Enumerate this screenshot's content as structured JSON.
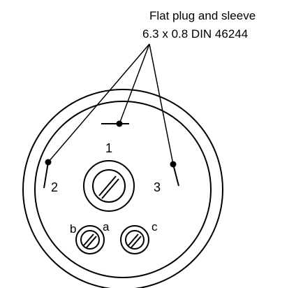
{
  "title": {
    "line1": "Flat plug and sleeve",
    "line2": "6.3 x 0.8 DIN 46244"
  },
  "pins": {
    "pin1": "1",
    "pin2": "2",
    "pin3": "3"
  },
  "terminals": {
    "a": "a",
    "b": "b",
    "c": "c"
  },
  "colors": {
    "line": "#000000",
    "background": "#ffffff"
  }
}
